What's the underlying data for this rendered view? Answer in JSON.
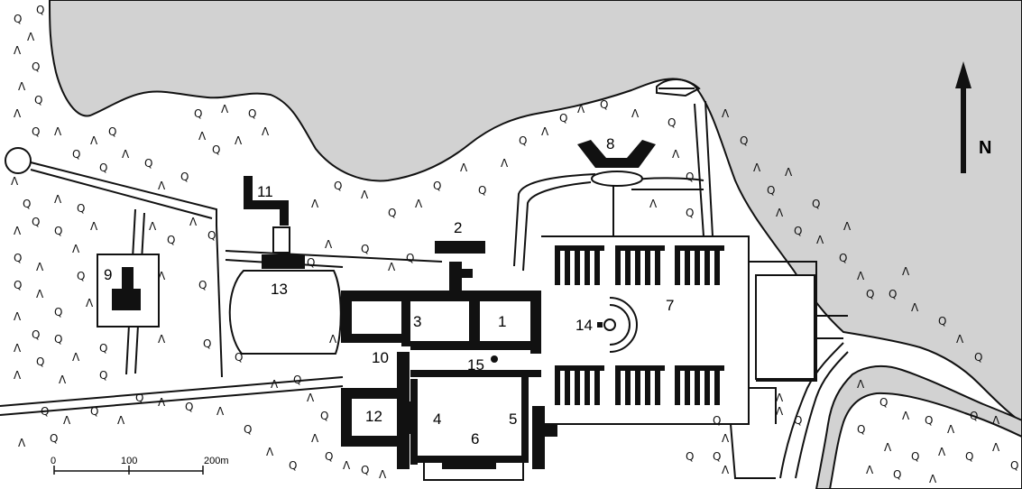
{
  "map": {
    "labels": [
      "1",
      "2",
      "3",
      "4",
      "5",
      "6",
      "7",
      "8",
      "9",
      "10",
      "11",
      "12",
      "13",
      "14",
      "15"
    ],
    "north_label": "N",
    "scale": {
      "ticks": [
        "0",
        "100",
        "200m"
      ]
    },
    "colors": {
      "water": "#d2d2d2",
      "land": "#ffffff",
      "ink": "#111111"
    },
    "icons": {
      "tree_round": "tree-round-icon",
      "tree_conifer": "tree-conifer-icon",
      "north_arrow": "north-arrow-icon"
    }
  }
}
